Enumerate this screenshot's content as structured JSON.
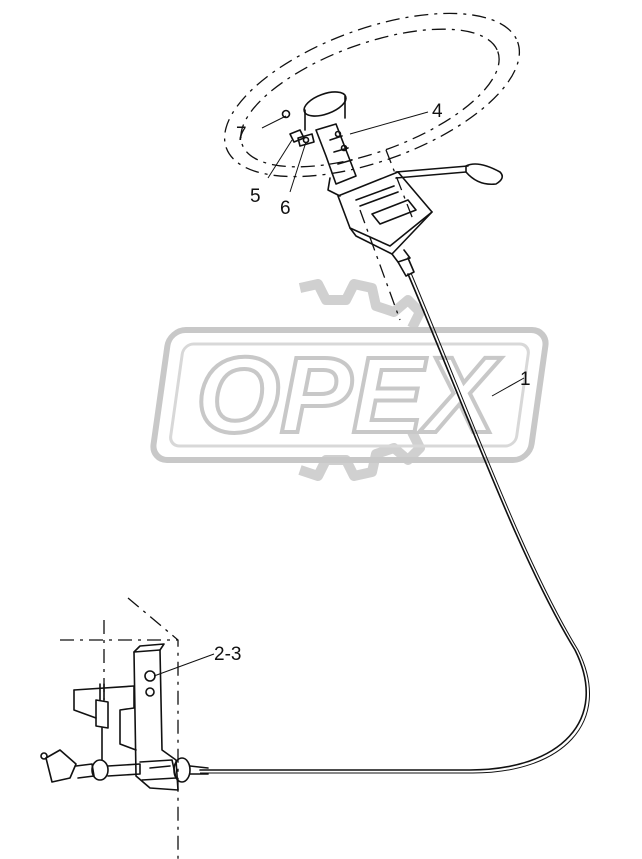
{
  "watermark": {
    "text": "OPEX"
  },
  "callouts": {
    "label_1": "1",
    "label_2_3": "2-3",
    "label_4": "4",
    "label_5": "5",
    "label_6": "6",
    "label_7": "7"
  }
}
